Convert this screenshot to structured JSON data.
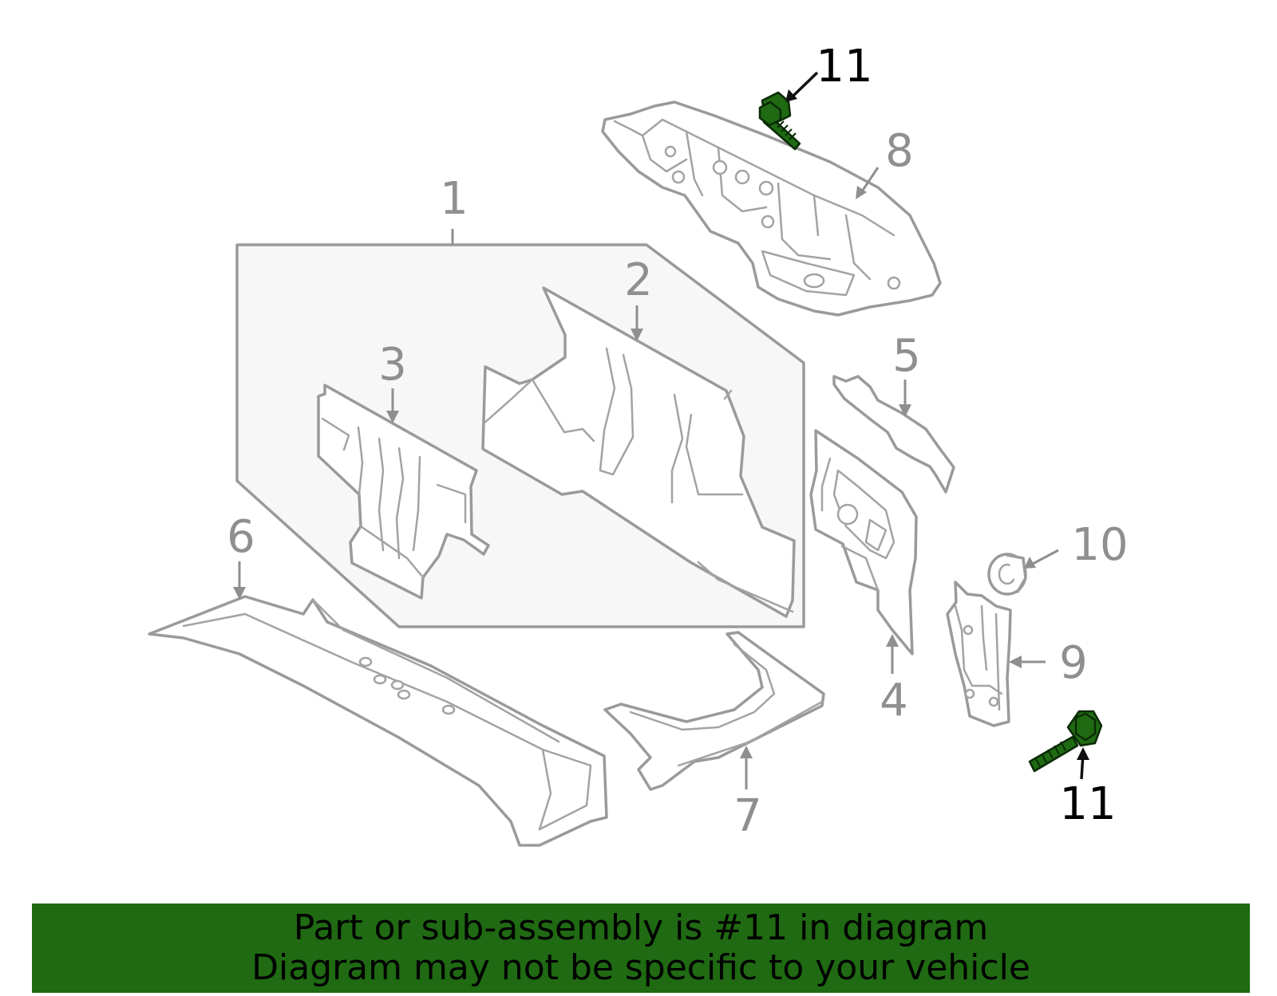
{
  "callouts": {
    "c1": "1",
    "c2": "2",
    "c3": "3",
    "c4": "4",
    "c5": "5",
    "c6": "6",
    "c7": "7",
    "c8": "8",
    "c9": "9",
    "c10": "10",
    "c11_top": "11",
    "c11_bottom": "11"
  },
  "highlight_part": "11",
  "highlight_color": "#1f6a12",
  "banner": {
    "line1": "Part or sub-assembly is #11 in diagram",
    "line2": "Diagram may not be specific to your vehicle"
  }
}
